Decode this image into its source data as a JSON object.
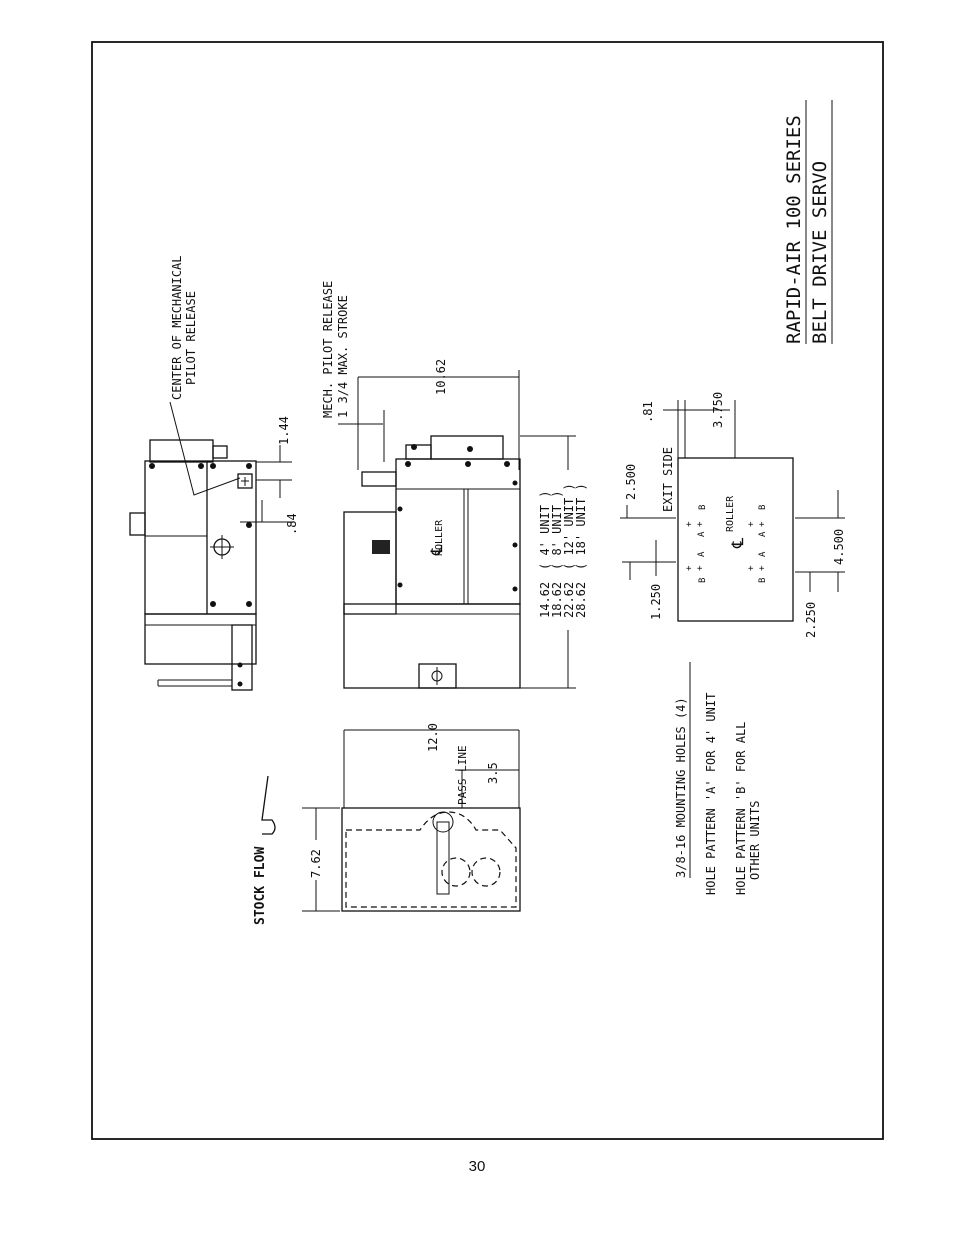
{
  "title": {
    "line1": "RAPID-AIR 100 SERIES",
    "line2": "BELT DRIVE SERVO"
  },
  "side_view": {
    "callout": "CENTER OF MECHANICAL",
    "callout2": "PILOT RELEASE",
    "dim_144": "1.44",
    "dim_84": ".84"
  },
  "front_view": {
    "callout": "MECH. PILOT RELEASE",
    "callout2": "1 3/4 MAX. STROKE",
    "dim_1062": "10.62",
    "roller_label": "ROLLER",
    "lengths": [
      {
        "value": "14.62",
        "unit": "( 4' UNIT )"
      },
      {
        "value": "18.62",
        "unit": "( 8' UNIT )"
      },
      {
        "value": "22.62",
        "unit": "( 12' UNIT )"
      },
      {
        "value": "28.62",
        "unit": "( 18' UNIT )"
      }
    ]
  },
  "hole_view": {
    "dim_81": ".81",
    "dim_3750": "3.750",
    "dim_2500": "2.500",
    "exit_side": "EXIT SIDE",
    "roller_label": "ROLLER",
    "dim_1250": "1.250",
    "dim_2250": "2.250",
    "dim_4500": "4.500",
    "letter_a": "A",
    "letter_b": "B"
  },
  "end_view": {
    "dim_120": "12.0",
    "pass_line": "PASS LINE",
    "dim_35": "3.5",
    "dim_762": "7.62",
    "stock_flow": "STOCK FLOW"
  },
  "notes": {
    "line1": "3/8-16 MOUNTING HOLES (4)",
    "line2": "HOLE PATTERN 'A' FOR 4' UNIT",
    "line3": "HOLE PATTERN 'B' FOR ALL",
    "line4": "OTHER UNITS"
  },
  "page_number": "30"
}
